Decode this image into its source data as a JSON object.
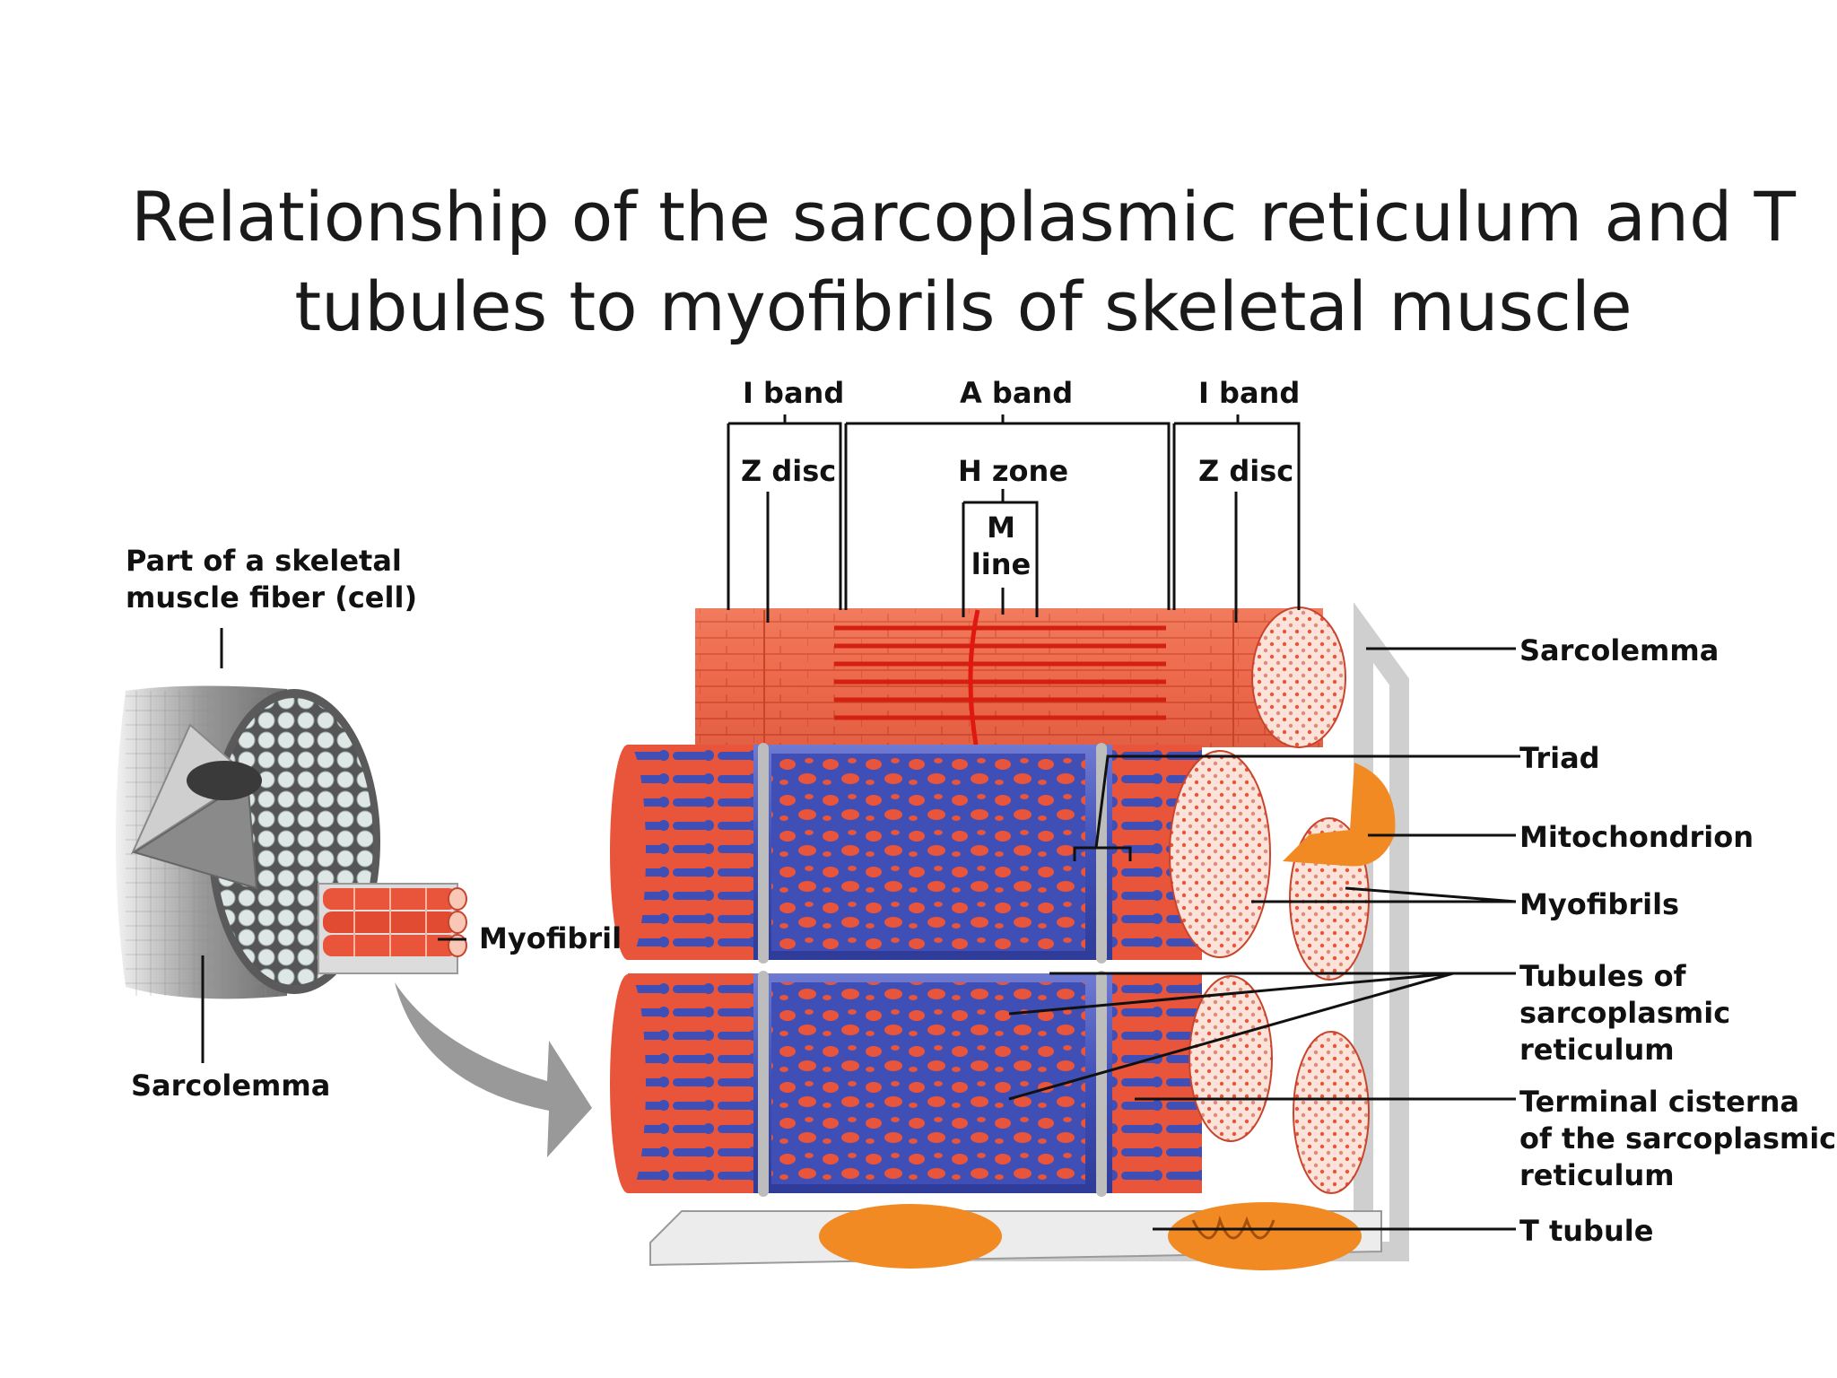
{
  "title": {
    "line1": "Relationship of the sarcoplasmic reticulum and T",
    "line2": "tubules to myofibrils of skeletal muscle"
  },
  "labels": {
    "i_band_left": "I band",
    "a_band": "A band",
    "i_band_right": "I band",
    "z_disc_left": "Z disc",
    "h_zone": "H zone",
    "z_disc_right": "Z disc",
    "m_line_1": "M",
    "m_line_2": "line",
    "part_of_fiber_1": "Part of a skeletal",
    "part_of_fiber_2": "muscle fiber (cell)",
    "myofibril": "Myofibril",
    "sarcolemma_left": "Sarcolemma",
    "sarcolemma_right": "Sarcolemma",
    "triad": "Triad",
    "mitochondrion": "Mitochondrion",
    "myofibrils": "Myofibrils",
    "tubules_1": "Tubules of",
    "tubules_2": "sarcoplasmic",
    "tubules_3": "reticulum",
    "terminal_1": "Terminal cisterna",
    "terminal_2": "of the sarcoplasmic",
    "terminal_3": "reticulum",
    "t_tubule": "T tubule"
  },
  "colors": {
    "muscle_red": "#e8553b",
    "muscle_light": "#f7a58a",
    "reticulum_blue": "#3f4fb5",
    "reticulum_light": "#8c96dc",
    "mitochondrion_orange": "#f28a24",
    "sarcolemma_gray": "#bdbdbd"
  }
}
